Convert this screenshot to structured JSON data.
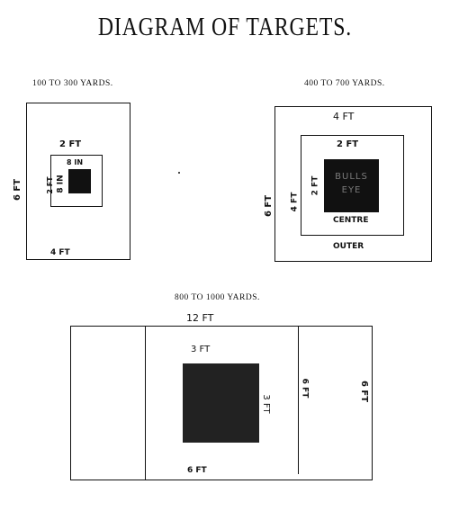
{
  "title": "DIAGRAM OF TARGETS.",
  "targets": [
    {
      "range": "100 TO 300 YARDS.",
      "height_label": "6 FT",
      "width_label": "4 FT",
      "inner_width_label": "2 FT",
      "inner_height_label": "2 FT",
      "bull_width_label": "8 IN",
      "bull_height_label": "8 IN"
    },
    {
      "range": "400 TO 700 YARDS.",
      "outer_width_label": "4 FT",
      "outer_height_label": "6 FT",
      "centre_width_label": "2 FT",
      "centre_height_label": "4 FT",
      "bull_height_label": "2 FT",
      "bull_text": "BULLS EYE",
      "centre_label": "CENTRE",
      "outer_label": "OUTER"
    },
    {
      "range": "800 TO 1000 YARDS.",
      "width_label": "12 FT",
      "bull_width_label": "3 FT",
      "bull_height_label": "3 FT",
      "inner_height_label": "6 FT",
      "outer_height_label": "6 FT",
      "bottom_label": "6 FT"
    }
  ]
}
